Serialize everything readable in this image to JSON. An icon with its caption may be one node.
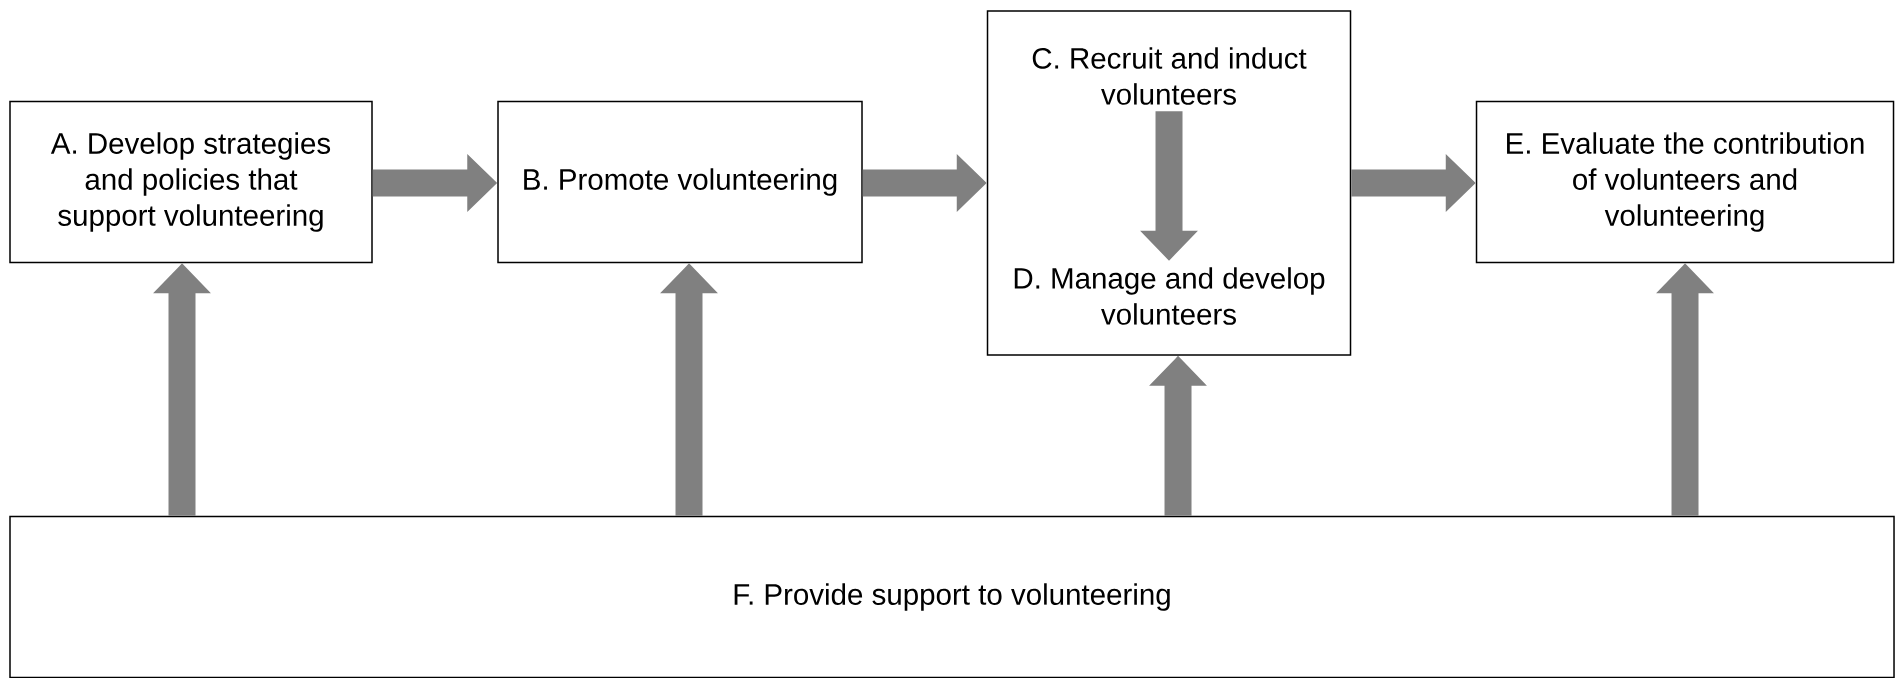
{
  "diagram": {
    "nodes": [
      {
        "text": [
          "A. Develop strategies and policies that support volunteering"
        ]
      },
      {
        "text": [
          "B. Promote volunteering"
        ]
      },
      {
        "text": [],
        "shape": "box"
      },
      {
        "text": [
          "C. Recruit and induct volunteers"
        ],
        "in": 2
      },
      {
        "text": [
          "D. Manage and develop volunteers"
        ],
        "in": 2
      },
      {
        "text": [
          "E. Evaluate the contribution of volunteers and volunteering"
        ]
      },
      {
        "text": [
          "F. Provide support to volunteering"
        ]
      }
    ],
    "edges": [
      {
        "from": 0,
        "to": 1,
        "arrow": "to"
      },
      {
        "from": 1,
        "to": 2,
        "arrow": "to"
      },
      {
        "from": 3,
        "to": 4,
        "arrow": "to"
      },
      {
        "from": 2,
        "to": 5,
        "arrow": "to"
      },
      {
        "from": 6,
        "to": 0,
        "arrow": "to"
      },
      {
        "from": 6,
        "to": 1,
        "arrow": "to"
      },
      {
        "from": 6,
        "to": 2,
        "arrow": "to"
      },
      {
        "from": 6,
        "to": 5,
        "arrow": "to"
      }
    ]
  }
}
